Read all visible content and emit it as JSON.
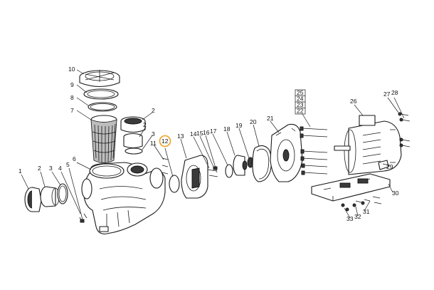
{
  "callouts": {
    "c1": "1",
    "c2": "2",
    "c3": "3",
    "c4": "4",
    "c5": "5",
    "c6": "6",
    "c7": "7",
    "c8": "8",
    "c9": "9",
    "c10": "10",
    "c11": "11",
    "c12": "12",
    "c13": "13",
    "c14": "14",
    "c15": "15",
    "c16": "16",
    "c17": "17",
    "c18": "18",
    "c19": "19",
    "c20": "20",
    "c21": "21",
    "c22": "22",
    "c23": "23",
    "c24": "24",
    "c25": "25",
    "c26": "26",
    "c27": "27",
    "c28": "28",
    "c29": "29",
    "c30": "30",
    "c31": "31",
    "c32": "32",
    "c33": "33",
    "c2b": "2",
    "c3b": "3"
  },
  "highlight_color": "#f0a020"
}
